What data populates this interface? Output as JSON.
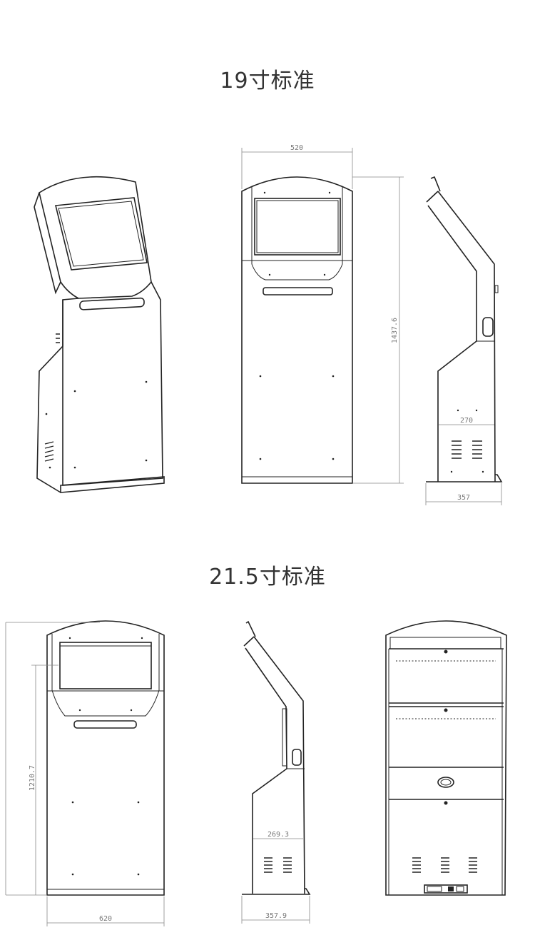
{
  "sections": [
    {
      "title": "19寸标准",
      "dims": {
        "width": "520",
        "height": "1437.6",
        "base_depth": "270",
        "total_depth": "357"
      }
    },
    {
      "title": "21.5寸标准",
      "dims": {
        "height": "1210.7",
        "width": "620",
        "base_depth": "269.3",
        "total_depth": "357.9"
      }
    }
  ]
}
